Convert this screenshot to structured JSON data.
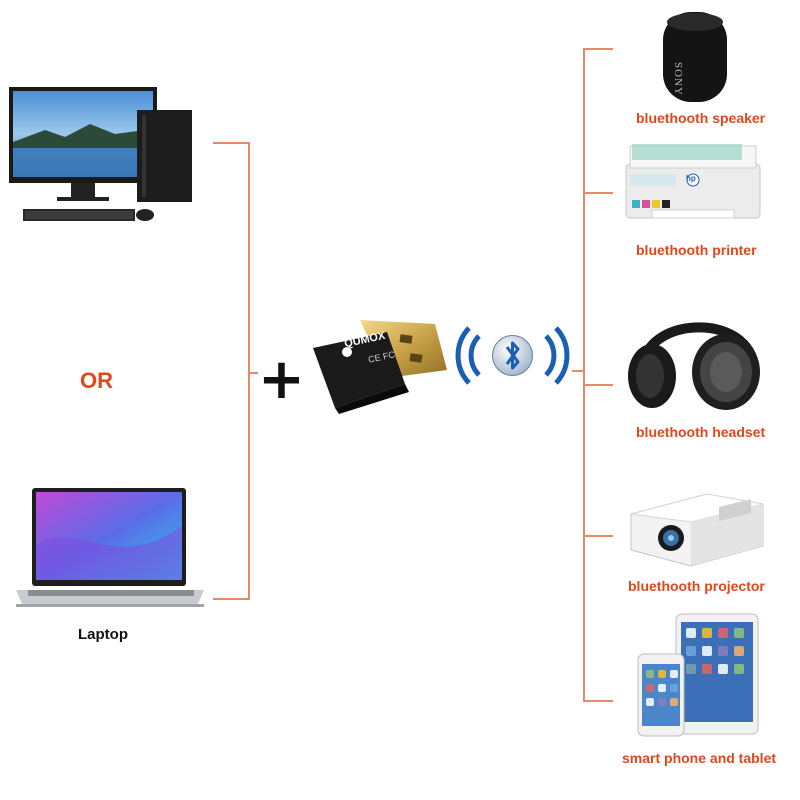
{
  "left": {
    "or_label": "OR",
    "laptop_label": "Laptop"
  },
  "center": {
    "plus_sign": "+",
    "dongle_brand": "QUMOX",
    "dongle_marks": "CE FC"
  },
  "right": {
    "devices": [
      {
        "label": "bluethooth speaker",
        "icon": "speaker-icon",
        "brand": "SONY"
      },
      {
        "label": "bluethooth printer",
        "icon": "printer-icon",
        "brand": "hp"
      },
      {
        "label": "bluethooth headset",
        "icon": "headset-icon"
      },
      {
        "label": "bluethooth projector",
        "icon": "projector-icon"
      },
      {
        "label": "smart phone and tablet",
        "icon": "phone-tablet-icon"
      }
    ]
  },
  "colors": {
    "accent": "#e0481c",
    "connector": "#e58a66",
    "bluetooth": "#1a5fb4"
  }
}
